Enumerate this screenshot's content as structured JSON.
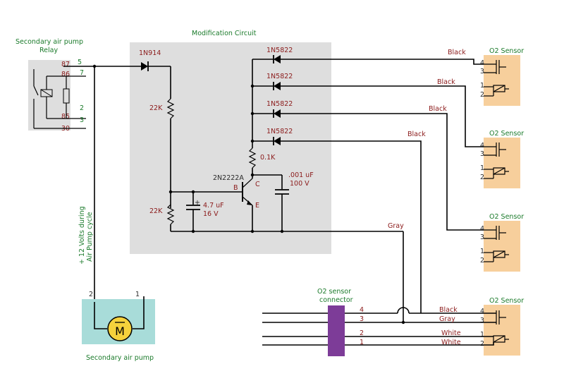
{
  "title": "Modification Circuit",
  "relay": {
    "label_line1": "Secondary air pump",
    "label_line2": "Relay",
    "pins": [
      "87",
      "86",
      "85",
      "30"
    ],
    "pin_numbers": [
      "5",
      "7",
      "2",
      "3"
    ]
  },
  "diodes": {
    "input": "1N914",
    "outputs": [
      "1N5822",
      "1N5822",
      "1N5822",
      "1N5822"
    ]
  },
  "resistors": {
    "r1": "22K",
    "r2": "22K",
    "r3": "0.1K"
  },
  "transistor": {
    "name": "2N2222A",
    "base": "B",
    "collector": "C",
    "emitter": "E"
  },
  "capacitors": {
    "c1_value": "4.7 uF",
    "c1_voltage": "16 V",
    "c1_polarity": "+",
    "c2_value": ".001 uF",
    "c2_voltage": "100 V"
  },
  "wires": {
    "black": "Black",
    "gray": "Gray",
    "white": "White"
  },
  "o2_sensor": {
    "label": "O2 Sensor",
    "pins": [
      "4",
      "3",
      "1",
      "2"
    ]
  },
  "connector": {
    "label_line1": "O2 sensor",
    "label_line2": "connector",
    "pins": [
      "4",
      "3",
      "2",
      "1"
    ]
  },
  "pump": {
    "label": "Secondary air pump",
    "motor_symbol": "M",
    "pin_left": "2",
    "pin_right": "1",
    "voltage_note_line1": "+ 12 Volts during",
    "voltage_note_line2": "Air Pump cycle"
  },
  "colors": {
    "panel_gray": "#dedede",
    "sensor_box": "#f7cf9c",
    "connector": "#7d3c98",
    "pump_box": "#a8dcd9",
    "label_green": "#1a7a2a",
    "label_red": "#8b1a1a"
  }
}
